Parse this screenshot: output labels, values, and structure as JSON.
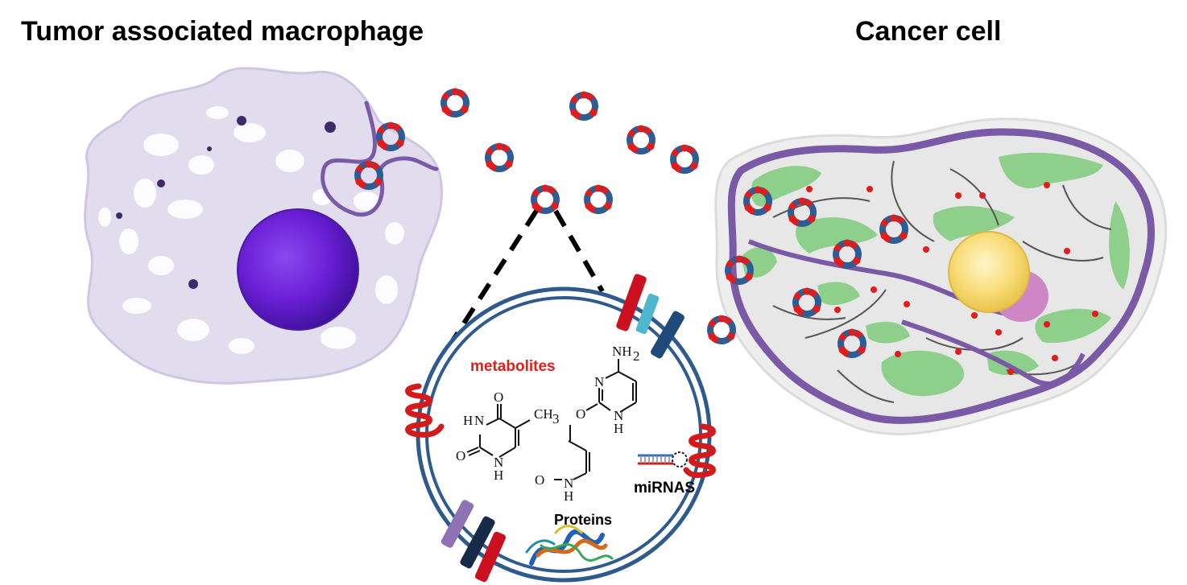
{
  "titles": {
    "left": "Tumor associated macrophage",
    "right": "Cancer cell"
  },
  "labels": {
    "metabolites": "metabolites",
    "mirnas": "miRNAS",
    "proteins": "Proteins"
  },
  "chemistry": {
    "thymine_ch3": "CH",
    "thymine_ch3_sub": "3",
    "thymine_o_top": "O",
    "thymine_o_bottom": "O",
    "thymine_hn": "H",
    "thymine_n": "N",
    "thymine_n_bottom": "N",
    "thymine_h_bottom": "H",
    "cytosine_nh2": "NH",
    "cytosine_nh2_sub": "2",
    "cytosine_n": "N",
    "cytosine_o": "O",
    "cytosine_nh_bottom": "N",
    "cytosine_h_bottom": "H",
    "fragment_o": "O",
    "fragment_n": "N",
    "fragment_h": "H"
  },
  "colors": {
    "macrophage_body": "#e2ddee",
    "macrophage_nucleus": "#6a1fd6",
    "cancer_cytoplasm": "#e6e7e6",
    "cancer_membrane": "#7a5aa6",
    "cancer_er": "#8fcf8c",
    "cancer_nucleus": "#f7d46a",
    "cancer_nucleolus": "#cf86c4",
    "exosome_ring": "#2e5c93",
    "exosome_dot": "#e21b1b",
    "vesicle_membrane": "#2f5a8e",
    "receptor_red": "#cc1020",
    "receptor_teal": "#4fb6d0",
    "receptor_navy": "#1f4a7a",
    "receptor_purple": "#8f72b4",
    "receptor_dark": "#172a48"
  }
}
